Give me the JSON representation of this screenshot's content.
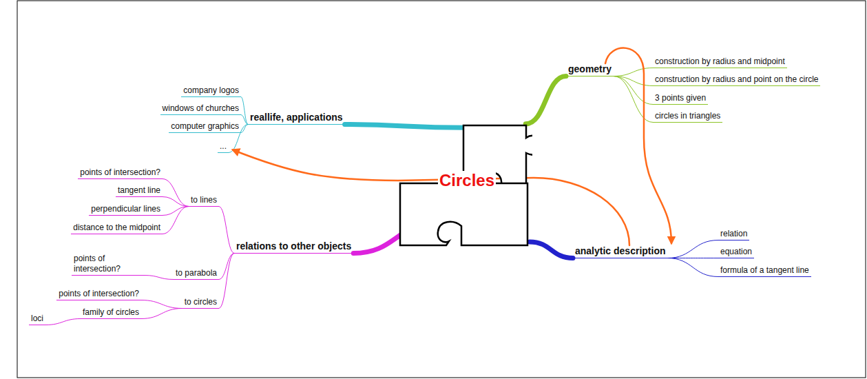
{
  "diagram": {
    "nodes": [
      {
        "text": [
          "Circles"
        ]
      },
      {
        "text": [
          "reallife, applications"
        ]
      },
      {
        "text": [
          "company logos"
        ]
      },
      {
        "text": [
          "windows of churches"
        ]
      },
      {
        "text": [
          "computer graphics"
        ]
      },
      {
        "text": [
          "..."
        ]
      },
      {
        "text": [
          "geometry"
        ]
      },
      {
        "text": [
          "construction by radius and midpoint"
        ]
      },
      {
        "text": [
          "construction by radius and point on the circle"
        ]
      },
      {
        "text": [
          "3 points given"
        ]
      },
      {
        "text": [
          "circles in triangles"
        ]
      },
      {
        "text": [
          "relations to other objects"
        ]
      },
      {
        "text": [
          "to lines"
        ]
      },
      {
        "text": [
          "points of intersection?"
        ]
      },
      {
        "text": [
          "tangent line"
        ]
      },
      {
        "text": [
          "perpendicular lines"
        ]
      },
      {
        "text": [
          "distance to the midpoint"
        ]
      },
      {
        "text": [
          "to parabola"
        ]
      },
      {
        "text": [
          "points of intersection?"
        ]
      },
      {
        "text": [
          "to circles"
        ]
      },
      {
        "text": [
          "points of intersection?"
        ]
      },
      {
        "text": [
          "family of circles"
        ]
      },
      {
        "text": [
          "loci"
        ]
      },
      {
        "text": [
          "analytic description"
        ]
      },
      {
        "text": [
          "relation"
        ]
      },
      {
        "text": [
          "equation"
        ]
      },
      {
        "text": [
          "formula of a tangent line"
        ]
      }
    ],
    "edges": [
      {
        "from": 0,
        "to": 1,
        "arrow": "none"
      },
      {
        "from": 1,
        "to": 2,
        "arrow": "none"
      },
      {
        "from": 1,
        "to": 3,
        "arrow": "none"
      },
      {
        "from": 1,
        "to": 4,
        "arrow": "none"
      },
      {
        "from": 1,
        "to": 5,
        "arrow": "none"
      },
      {
        "from": 0,
        "to": 6,
        "arrow": "none"
      },
      {
        "from": 6,
        "to": 7,
        "arrow": "none"
      },
      {
        "from": 6,
        "to": 8,
        "arrow": "none"
      },
      {
        "from": 6,
        "to": 9,
        "arrow": "none"
      },
      {
        "from": 6,
        "to": 10,
        "arrow": "none"
      },
      {
        "from": 0,
        "to": 11,
        "arrow": "none"
      },
      {
        "from": 11,
        "to": 12,
        "arrow": "none"
      },
      {
        "from": 12,
        "to": 13,
        "arrow": "none"
      },
      {
        "from": 12,
        "to": 14,
        "arrow": "none"
      },
      {
        "from": 12,
        "to": 15,
        "arrow": "none"
      },
      {
        "from": 12,
        "to": 16,
        "arrow": "none"
      },
      {
        "from": 11,
        "to": 17,
        "arrow": "none"
      },
      {
        "from": 17,
        "to": 18,
        "arrow": "none"
      },
      {
        "from": 11,
        "to": 19,
        "arrow": "none"
      },
      {
        "from": 19,
        "to": 20,
        "arrow": "none"
      },
      {
        "from": 19,
        "to": 21,
        "arrow": "none"
      },
      {
        "from": 21,
        "to": 22,
        "arrow": "none"
      },
      {
        "from": 0,
        "to": 23,
        "arrow": "none"
      },
      {
        "from": 23,
        "to": 24,
        "arrow": "none"
      },
      {
        "from": 23,
        "to": 25,
        "arrow": "none"
      },
      {
        "from": 23,
        "to": 26,
        "arrow": "none"
      },
      {
        "from": 6,
        "to": 23,
        "arrow": "to"
      },
      {
        "from": 23,
        "to": 5,
        "arrow": "to"
      }
    ]
  }
}
